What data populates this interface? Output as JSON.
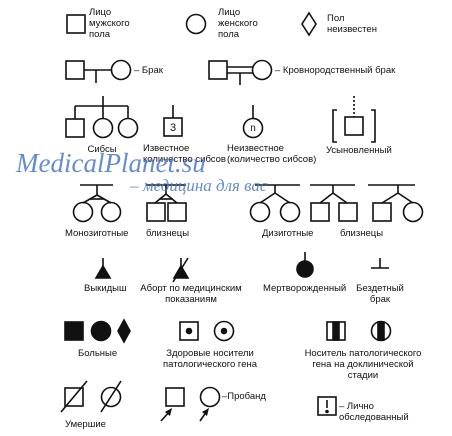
{
  "legend": {
    "male": "Лицо\nмужского\nпола",
    "female": "Лицо\nженского\nпола",
    "unknown_sex": "Пол\nнеизвестен",
    "marriage": "– Брак",
    "consanguineous": "– Кровнородственный брак",
    "siblings": "Сибсы",
    "known_siblings": "Известное\nколичество сибсов",
    "unknown_siblings": "Неизвестное\n(количество сибсов)",
    "adopted": "Усыновленный",
    "monozygotic": "Монозиготные",
    "twins_1": "близнецы",
    "dizygotic": "Дизиготные",
    "twins_2": "близнецы",
    "miscarriage": "Выкидыш",
    "abortion": "Аборт по медицинским\nпоказаниям",
    "stillborn": "Мертворожденный",
    "childless": "Бездетный\nбрак",
    "affected": "Больные",
    "carriers": "Здоровые носители\nпатологического гена",
    "preclinical": "Носитель патологического\nгена на доклинической\nстадии",
    "deceased": "Умершие",
    "proband": "–Пробанд",
    "examined": "– Лично\nобследованный",
    "sibs_number": "3",
    "unknown_n": "n"
  },
  "watermark": {
    "title": "MedicalPlanet.su",
    "tagline": "– медицина для вас"
  }
}
